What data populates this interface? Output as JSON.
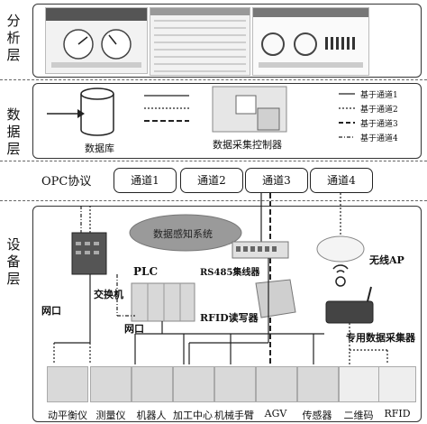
{
  "layers": {
    "analysis": "分析层",
    "data": "数据层",
    "device": "设备层"
  },
  "data_layer": {
    "database": "数据库",
    "controller": "数据采集控制器",
    "legend": [
      "基于通道1",
      "基于通道2",
      "基于通道3",
      "基于通道4"
    ]
  },
  "opc": {
    "label": "OPC协议",
    "channels": [
      "通道1",
      "通道2",
      "通道3",
      "通道4"
    ]
  },
  "device_layer": {
    "sensing_system": "数据感知系统",
    "plc": "PLC",
    "switch": "交换机",
    "rs485": "RS485集线器",
    "rfid_reader": "RFID读写器",
    "wireless_ap": "无线AP",
    "dedicated_collector": "专用数据采集器",
    "network_port_1": "网口",
    "network_port_2": "网口",
    "devices": [
      "动平衡仪",
      "测量仪",
      "机器人",
      "加工中心",
      "机械手臂",
      "AGV",
      "传感器",
      "二维码",
      "RFID"
    ]
  }
}
